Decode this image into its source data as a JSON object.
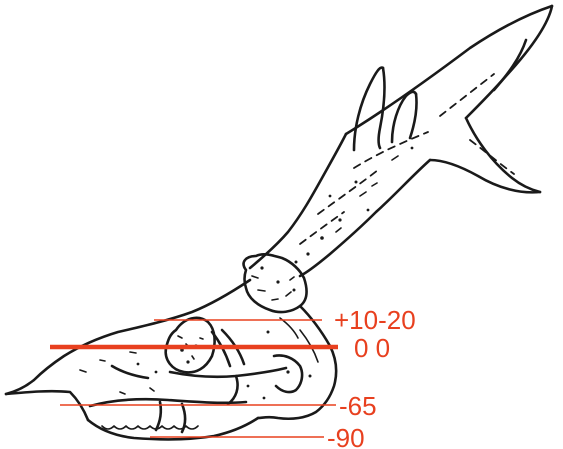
{
  "diagram": {
    "accent_color": "#e8401f",
    "reference_lines": [
      {
        "id": "line-1",
        "label": "+10-20",
        "emphasis": "thin"
      },
      {
        "id": "line-2",
        "label": "0 0",
        "emphasis": "bold"
      },
      {
        "id": "line-3",
        "label": "-65",
        "emphasis": "thin"
      },
      {
        "id": "line-4",
        "label": "-90",
        "emphasis": "thin"
      }
    ]
  }
}
